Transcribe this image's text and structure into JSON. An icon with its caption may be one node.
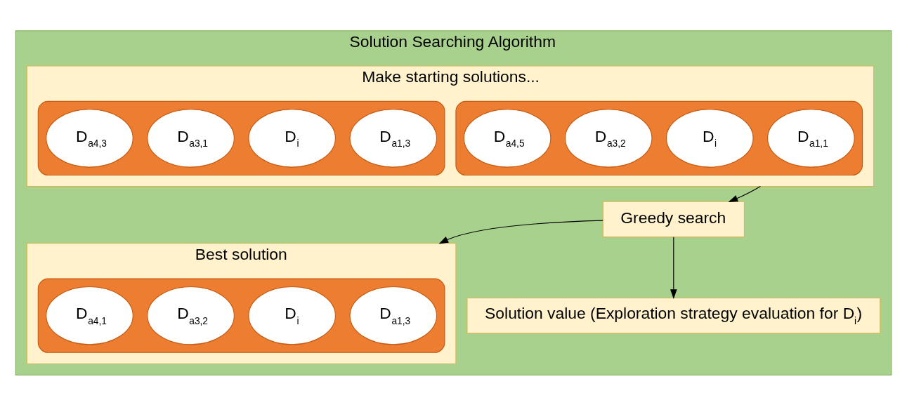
{
  "diagram": {
    "nodes": [
      {
        "text": [
          "Solution Searching Algorithm"
        ]
      },
      {
        "text": [
          "Make starting solutions..."
        ],
        "in": 0
      },
      {
        "text": [],
        "shape": "box",
        "in": 1
      },
      {
        "text": [
          "D$_{a1,1}$"
        ],
        "in": 2
      },
      {
        "text": [
          "D$_{i}$"
        ],
        "in": 2
      },
      {
        "text": [
          "D$_{a3,2}$"
        ],
        "in": 2
      },
      {
        "text": [
          "D$_{a4,5}$"
        ],
        "in": 2
      },
      {
        "text": [],
        "shape": "box",
        "in": 1
      },
      {
        "text": [
          "D$_{a1,3}$"
        ],
        "in": 7
      },
      {
        "text": [
          "D$_{i}$"
        ],
        "in": 7
      },
      {
        "text": [
          "D$_{a3,1}$"
        ],
        "in": 7
      },
      {
        "text": [
          "D$_{a4,3}$"
        ],
        "in": 7
      },
      {
        "text": [
          "Greedy search"
        ],
        "in": 0
      },
      {
        "text": [
          "Best solution"
        ],
        "in": 0
      },
      {
        "text": [],
        "shape": "box",
        "in": 13
      },
      {
        "text": [
          "D$_{a1,3}$"
        ],
        "in": 14
      },
      {
        "text": [
          "D$_{i}$"
        ],
        "in": 14
      },
      {
        "text": [
          "D$_{a3,2}$"
        ],
        "in": 14
      },
      {
        "text": [
          "D$_{a4,1}$"
        ],
        "in": 14
      },
      {
        "text": [
          "Solution value (Exploration strategy evaluation for D$_{i}$)"
        ],
        "in": 0
      }
    ],
    "edges": [
      {
        "from": 1,
        "to": 12,
        "arrow": "to"
      },
      {
        "from": 12,
        "to": 13,
        "arrow": "to"
      },
      {
        "from": 12,
        "to": 19,
        "arrow": "to"
      }
    ]
  }
}
